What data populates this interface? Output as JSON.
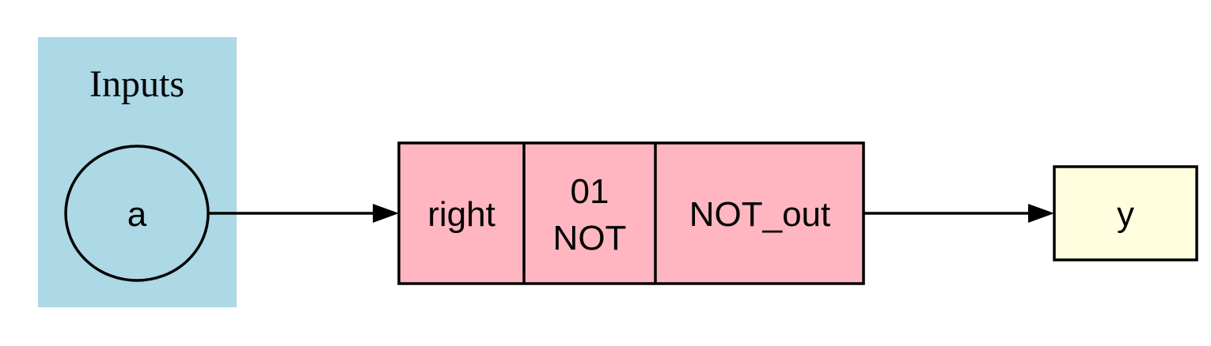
{
  "colors": {
    "cluster_fill": "#add8e6",
    "gate_fill": "#ffb6c1",
    "output_fill": "#ffffe0",
    "stroke": "#000000",
    "background": "#ffffff"
  },
  "cluster": {
    "label": "Inputs"
  },
  "nodes": {
    "input_a": {
      "label": "a",
      "shape": "ellipse"
    },
    "gate": {
      "shape": "record",
      "fields": {
        "left": "right",
        "middle_line1": "01",
        "middle_line2": "NOT",
        "right": "NOT_out"
      }
    },
    "output_y": {
      "label": "y",
      "shape": "box"
    }
  },
  "edges": [
    {
      "from": "a",
      "to": "NOT.right"
    },
    {
      "from": "NOT.NOT_out",
      "to": "y"
    }
  ]
}
